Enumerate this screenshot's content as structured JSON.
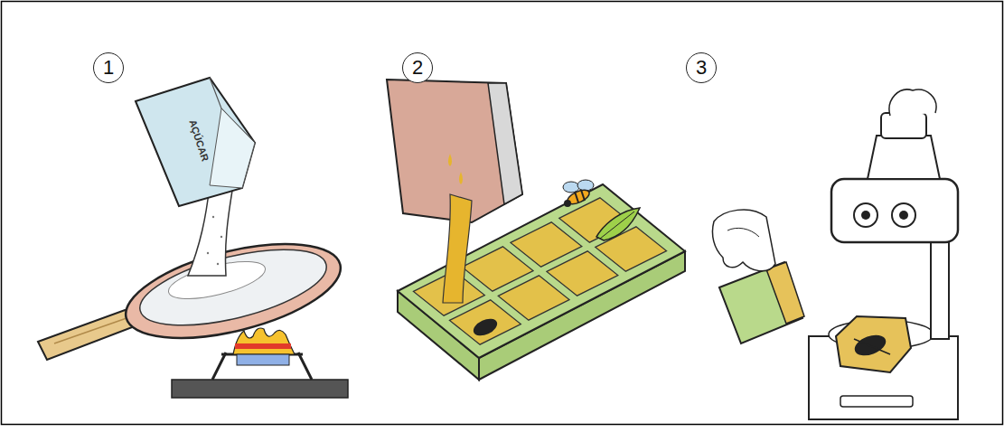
{
  "diagram": {
    "nodes": [
      {
        "text": [
          "1"
        ]
      },
      {
        "text": [
          "2"
        ]
      },
      {
        "text": [
          "3"
        ]
      }
    ],
    "labels": [
      "AÇÚCAR"
    ]
  }
}
